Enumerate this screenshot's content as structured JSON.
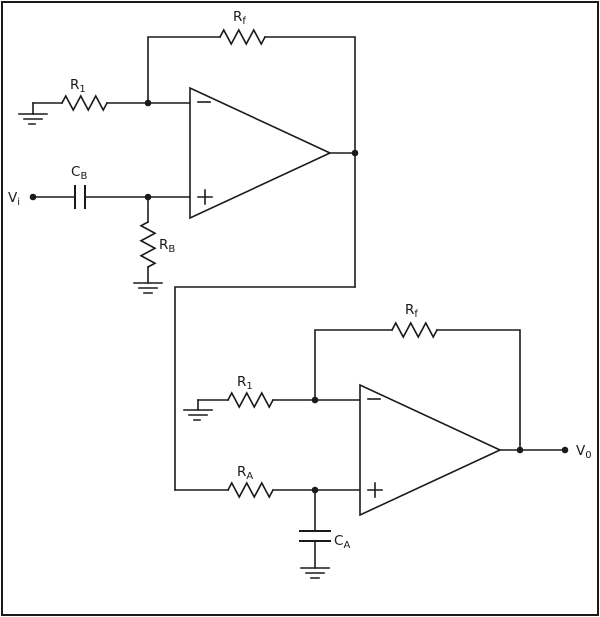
{
  "diagram": {
    "type": "two-stage operational amplifier filter schematic",
    "colors": {
      "line": "#1a1a1a",
      "background": "#ffffff"
    },
    "stage1": {
      "rf": {
        "base": "R",
        "sub": "f"
      },
      "r1": {
        "base": "R",
        "sub": "1"
      },
      "cb": {
        "base": "C",
        "sub": "B"
      },
      "rb": {
        "base": "R",
        "sub": "B"
      },
      "vi": {
        "base": "V",
        "sub": "i"
      }
    },
    "stage2": {
      "rf": {
        "base": "R",
        "sub": "f"
      },
      "r1": {
        "base": "R",
        "sub": "1"
      },
      "ra": {
        "base": "R",
        "sub": "A"
      },
      "ca": {
        "base": "C",
        "sub": "A"
      },
      "vo": {
        "base": "V",
        "sub": "0"
      }
    }
  }
}
